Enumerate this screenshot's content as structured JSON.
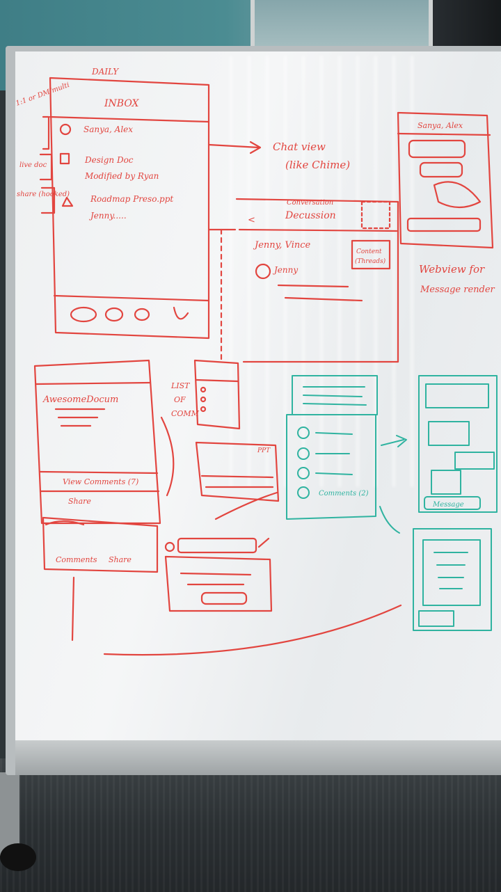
{
  "inbox_sketch": {
    "label_daily": "DAILY",
    "title": "INBOX",
    "side_notes": [
      "1:1 or DM/multi",
      "live doc",
      "share (hooked)"
    ],
    "items": [
      "Sanya, Alex",
      "Design Doc",
      "Modified by Ryan",
      "Roadmap Preso.ppt",
      "Jenny....."
    ]
  },
  "chat_note": {
    "line1": "Chat view",
    "line2": "(like Chime)"
  },
  "chat_sketch": {
    "header": "Sanya, Alex"
  },
  "conversation_sketch": {
    "tag": "Conversation",
    "title": "Decussion",
    "row1": "Jenny, Vince",
    "row2": "Jenny",
    "content_box": [
      "Content",
      "(Threads)"
    ]
  },
  "webview_note": {
    "line1": "Webview for",
    "line2": "Message render"
  },
  "document_sketch": {
    "title": "AwesomeDocum",
    "view_comments": "View Comments (7)",
    "share": "Share",
    "footer": [
      "Comments",
      "Share"
    ]
  },
  "list_note": [
    "LIST",
    "OF",
    "COMM"
  ],
  "ppt_label": "PPT",
  "teal_sketch": {
    "comment_label": "Comments (2)",
    "message_label": "Message"
  }
}
